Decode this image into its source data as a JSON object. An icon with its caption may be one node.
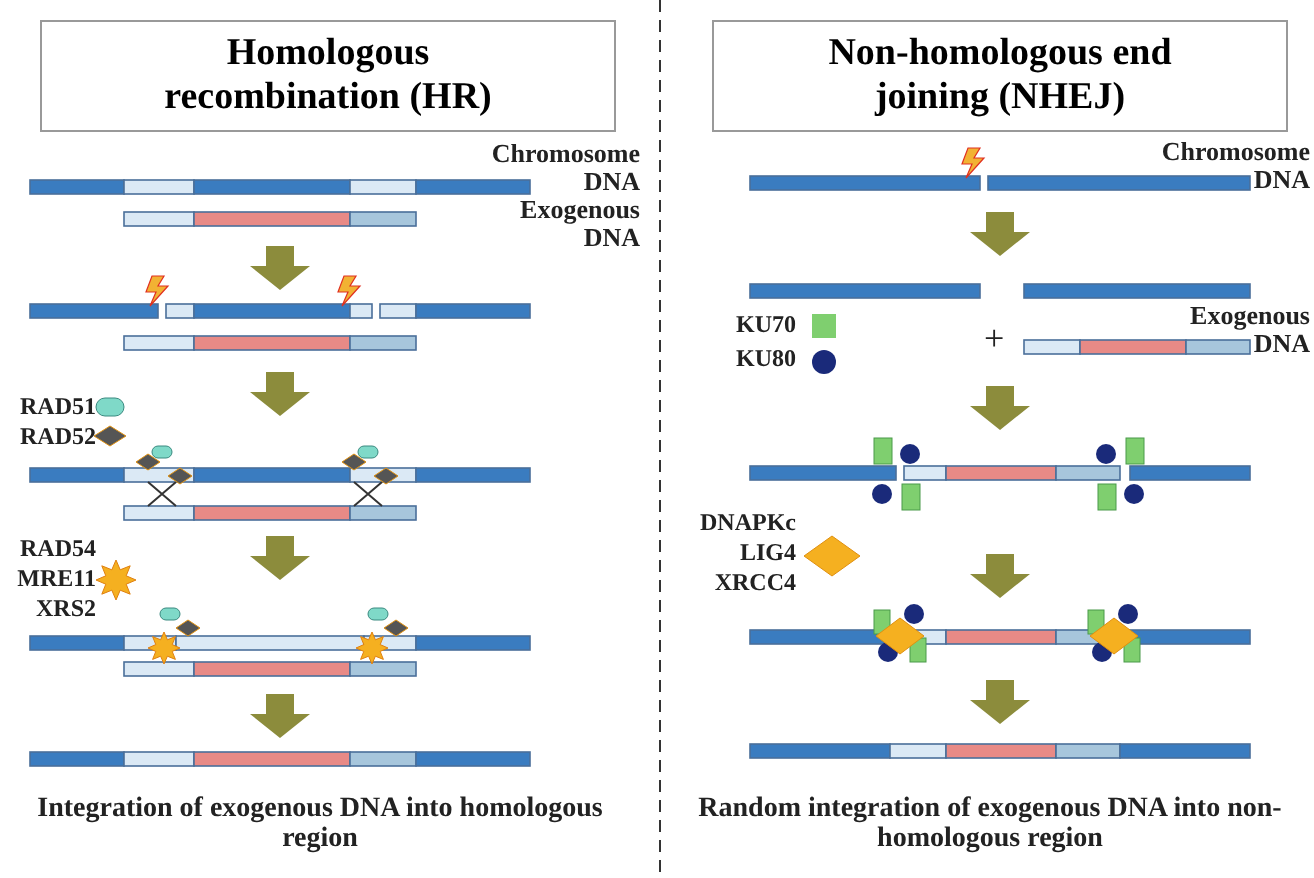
{
  "diagram": {
    "nodes": [
      {
        "text": [
          "Homologous recombination (HR)"
        ]
      },
      {
        "text": [
          "Non-homologous end joining (NHEJ)"
        ]
      }
    ],
    "edges": [],
    "labels": [
      "Chromosome DNA",
      "Exogenous DNA",
      "Chromosome DNA",
      "+",
      "Exogenous DNA",
      "Integration of exogenous DNA into homologous region",
      "Random integration of exogenous DNA into non-homologous region"
    ],
    "legend": [
      {
        "text": "RAD51",
        "color": "#7fd9c8"
      },
      {
        "text": "RAD52",
        "color": "#555555"
      },
      {
        "text": "RAD54"
      },
      {
        "text": "MRE11"
      },
      {
        "text": "XRS2"
      },
      {
        "text": "KU70",
        "color": "#7fcf6f"
      },
      {
        "text": "KU80",
        "color": "#1a2a7a"
      },
      {
        "text": "DNAPKc"
      },
      {
        "text": "LIG4"
      },
      {
        "text": "XRCC4"
      }
    ]
  }
}
